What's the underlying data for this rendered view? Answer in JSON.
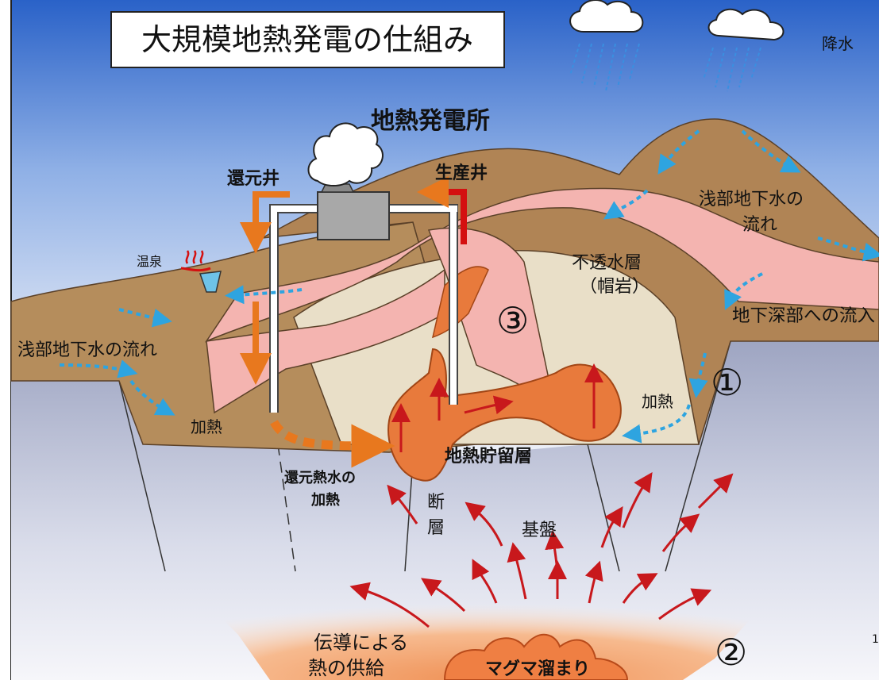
{
  "title": "大規模地熱発電の仕組み",
  "colors": {
    "sky_top": "#2a62c8",
    "sky_bottom": "#f2f4f8",
    "ground": "#b58d5c",
    "mountain": "#b08455",
    "caprock": "#f4b4b0",
    "inner_rock": "#e9dfc8",
    "reservoir": "#e87a3c",
    "basement": "#a9aec7",
    "magma": "#ef8a4b",
    "red_arrow": "#cc1a1a",
    "orange_arrow": "#e8781e",
    "blue_dots": "#2ea4e0"
  },
  "icons": [
    "cloud-icon",
    "steam-cloud-icon",
    "hot-spring-icon",
    "rain-icon"
  ],
  "labels": {
    "rain": "降水",
    "power_plant": "地熱発電所",
    "reinjection_well": "還元井",
    "production_well": "生産井",
    "hot_spring": "温泉",
    "shallow_groundwater_right_1": "浅部地下水の",
    "shallow_groundwater_right_2": "流れ",
    "caprock_1": "不透水層",
    "caprock_2": "（帽岩）",
    "deep_inflow": "地下深部への流入",
    "shallow_groundwater_left": "浅部地下水の流れ",
    "heating_left": "加熱",
    "heating_right": "加熱",
    "reservoir": "地熱貯留層",
    "reinjected_water_1": "還元熱水の",
    "reinjected_water_2": "加熱",
    "fault_1": "断",
    "fault_2": "層",
    "basement": "基盤",
    "conduction_1": "伝導による",
    "conduction_2": "熱の供給",
    "magma": "マグマ溜まり",
    "marker_1": "①",
    "marker_2": "②",
    "marker_3": "③",
    "page_number": "1"
  }
}
